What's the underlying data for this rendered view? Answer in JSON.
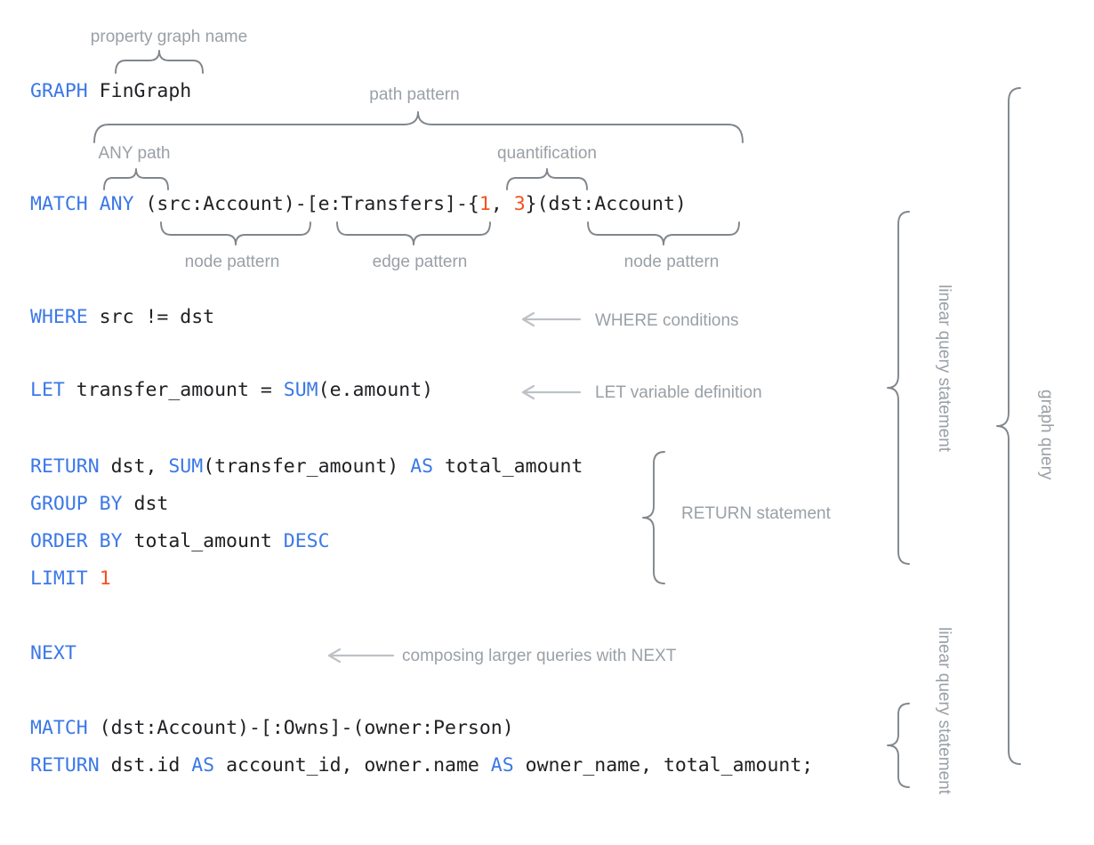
{
  "diagram": {
    "title": "GQL graph query annotated breakdown",
    "accent_keyword_color": "#3b78e7",
    "accent_number_color": "#f4511e",
    "annotation_color": "#9aa0a6",
    "brace_color": "#80868b",
    "text_color": "#202124"
  },
  "code_lines": [
    {
      "id": "graph",
      "tokens": [
        {
          "text": "GRAPH",
          "type": "keyword"
        },
        {
          "text": " FinGraph",
          "type": "plain"
        }
      ],
      "plain": "GRAPH FinGraph"
    },
    {
      "id": "match1",
      "tokens": [
        {
          "text": "MATCH",
          "type": "keyword"
        },
        {
          "text": " ",
          "type": "plain"
        },
        {
          "text": "ANY",
          "type": "keyword"
        },
        {
          "text": " (src:Account)-[e:Transfers]-{",
          "type": "plain"
        },
        {
          "text": "1",
          "type": "number"
        },
        {
          "text": ", ",
          "type": "plain"
        },
        {
          "text": "3",
          "type": "number"
        },
        {
          "text": "}(dst:Account)",
          "type": "plain"
        }
      ],
      "plain": "MATCH ANY (src:Account)-[e:Transfers]-{1, 3}(dst:Account)"
    },
    {
      "id": "where",
      "tokens": [
        {
          "text": "WHERE",
          "type": "keyword"
        },
        {
          "text": " src != dst",
          "type": "plain"
        }
      ],
      "plain": "WHERE src != dst"
    },
    {
      "id": "let",
      "tokens": [
        {
          "text": "LET",
          "type": "keyword"
        },
        {
          "text": " transfer_amount = ",
          "type": "plain"
        },
        {
          "text": "SUM",
          "type": "keyword"
        },
        {
          "text": "(e.amount)",
          "type": "plain"
        }
      ],
      "plain": "LET transfer_amount = SUM(e.amount)"
    },
    {
      "id": "return1",
      "tokens": [
        {
          "text": "RETURN",
          "type": "keyword"
        },
        {
          "text": " dst, ",
          "type": "plain"
        },
        {
          "text": "SUM",
          "type": "keyword"
        },
        {
          "text": "(transfer_amount) ",
          "type": "plain"
        },
        {
          "text": "AS",
          "type": "keyword"
        },
        {
          "text": " total_amount",
          "type": "plain"
        }
      ],
      "plain": "RETURN dst, SUM(transfer_amount) AS total_amount"
    },
    {
      "id": "groupby",
      "tokens": [
        {
          "text": "GROUP BY",
          "type": "keyword"
        },
        {
          "text": " dst",
          "type": "plain"
        }
      ],
      "plain": "GROUP BY dst"
    },
    {
      "id": "orderby",
      "tokens": [
        {
          "text": "ORDER BY",
          "type": "keyword"
        },
        {
          "text": " total_amount ",
          "type": "plain"
        },
        {
          "text": "DESC",
          "type": "keyword"
        }
      ],
      "plain": "ORDER BY total_amount DESC"
    },
    {
      "id": "limit",
      "tokens": [
        {
          "text": "LIMIT",
          "type": "keyword"
        },
        {
          "text": " ",
          "type": "plain"
        },
        {
          "text": "1",
          "type": "number"
        }
      ],
      "plain": "LIMIT 1"
    },
    {
      "id": "next",
      "tokens": [
        {
          "text": "NEXT",
          "type": "keyword"
        }
      ],
      "plain": "NEXT"
    },
    {
      "id": "match2",
      "tokens": [
        {
          "text": "MATCH",
          "type": "keyword"
        },
        {
          "text": " (dst:Account)-[:Owns]-(owner:Person)",
          "type": "plain"
        }
      ],
      "plain": "MATCH (dst:Account)-[:Owns]-(owner:Person)"
    },
    {
      "id": "return2",
      "tokens": [
        {
          "text": "RETURN",
          "type": "keyword"
        },
        {
          "text": " dst.id ",
          "type": "plain"
        },
        {
          "text": "AS",
          "type": "keyword"
        },
        {
          "text": " account_id, owner.name ",
          "type": "plain"
        },
        {
          "text": "AS",
          "type": "keyword"
        },
        {
          "text": " owner_name, total_amount;",
          "type": "plain"
        }
      ],
      "plain": "RETURN dst.id AS account_id, owner.name AS owner_name, total_amount;"
    }
  ],
  "annotations": {
    "property_graph_name": "property graph name",
    "path_pattern": "path pattern",
    "any_path": "ANY path",
    "quantification": "quantification",
    "node_pattern_left": "node pattern",
    "edge_pattern": "edge pattern",
    "node_pattern_right": "node pattern",
    "where_conditions": "WHERE conditions",
    "let_variable_definition": "LET variable definition",
    "return_statement": "RETURN statement",
    "next_composition": "composing larger queries with NEXT",
    "linear_query_statement_1": "linear query statement",
    "linear_query_statement_2": "linear query statement",
    "graph_query": "graph query"
  }
}
